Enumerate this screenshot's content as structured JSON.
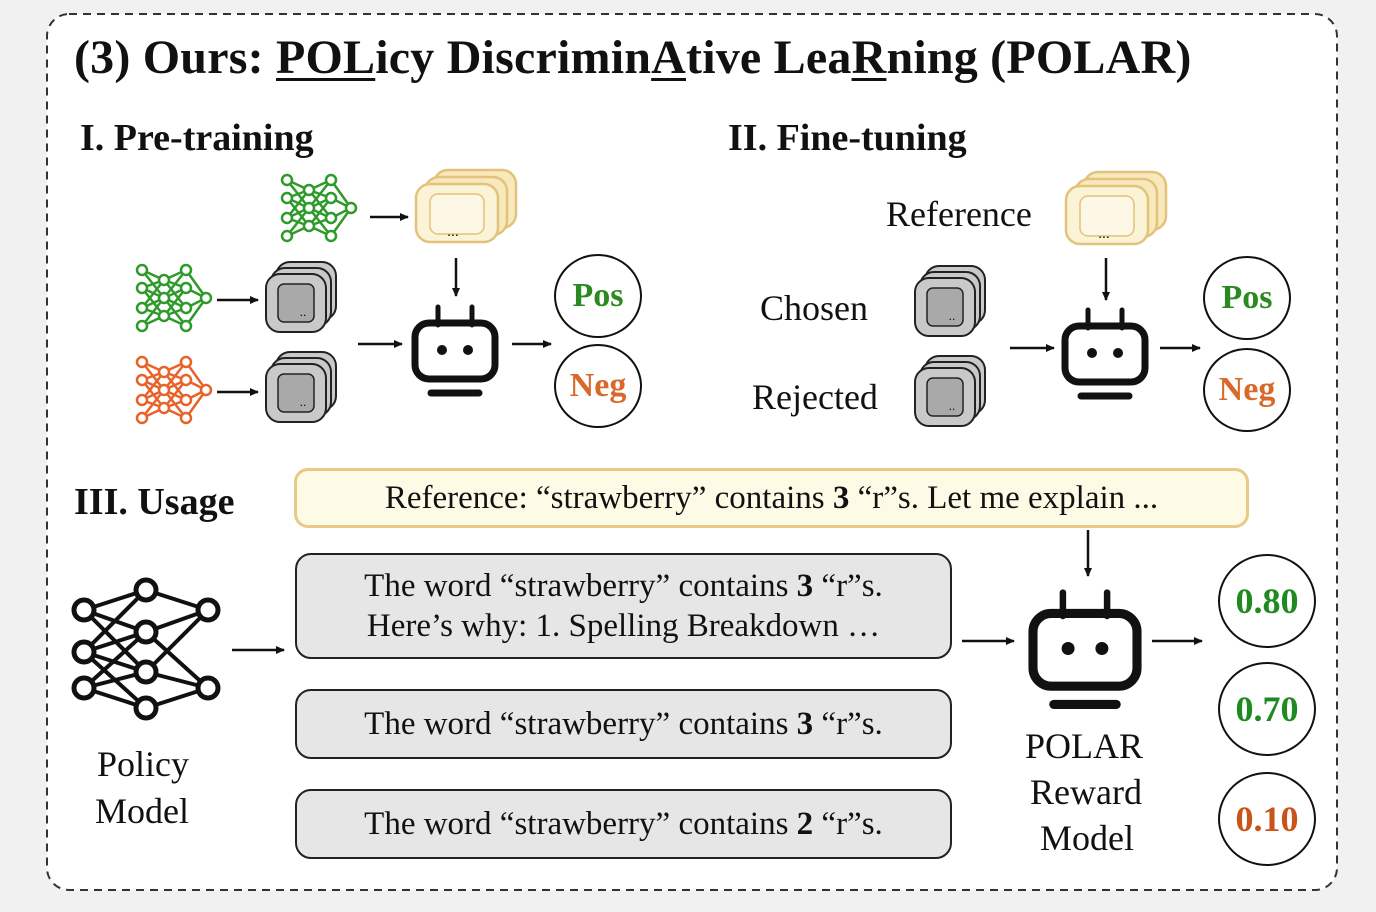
{
  "title": {
    "prefix": "(3) Ours: ",
    "part1_u": "POL",
    "part2": "icy Discrimin",
    "part3_u": "A",
    "part4": "tive Lea",
    "part5_u": "R",
    "part6": "ning (POLAR)"
  },
  "sections": {
    "pretraining": "I. Pre-training",
    "finetuning": "II. Fine-tuning",
    "usage": "III. Usage"
  },
  "pretraining": {
    "pos_label": "Pos",
    "neg_label": "Neg",
    "ellipsis": "..."
  },
  "finetuning": {
    "reference_label": "Reference",
    "chosen_label": "Chosen",
    "rejected_label": "Rejected",
    "pos_label": "Pos",
    "neg_label": "Neg",
    "ellipsis": "..."
  },
  "usage": {
    "reference_prefix": "Reference: “strawberry” contains ",
    "reference_bold": "3",
    "reference_suffix": " “r”s. Let me explain ...",
    "responses": [
      {
        "line1_prefix": "The word “strawberry” contains ",
        "line1_bold": "3",
        "line1_suffix": " “r”s.",
        "line2": "Here’s why: 1. Spelling Breakdown …"
      },
      {
        "line1_prefix": "The word “strawberry” contains ",
        "line1_bold": "3",
        "line1_suffix": " “r”s."
      },
      {
        "line1_prefix": "The word “strawberry” contains ",
        "line1_bold": "2",
        "line1_suffix": " “r”s."
      }
    ],
    "policy_label_1": "Policy",
    "policy_label_2": "Model",
    "reward_label_1": "POLAR",
    "reward_label_2": "Reward",
    "reward_label_3": "Model",
    "scores": [
      "0.80",
      "0.70",
      "0.10"
    ]
  },
  "colors": {
    "network_green": "#2e9a2a",
    "network_orange": "#e8622a",
    "pos_green": "#2a8a1f",
    "neg_orange": "#d9692a",
    "score_bad": "#c8541a",
    "reference_fill": "#fdfbe6",
    "reference_border": "#e8c987",
    "stack_gray": "#c9c9c9"
  }
}
